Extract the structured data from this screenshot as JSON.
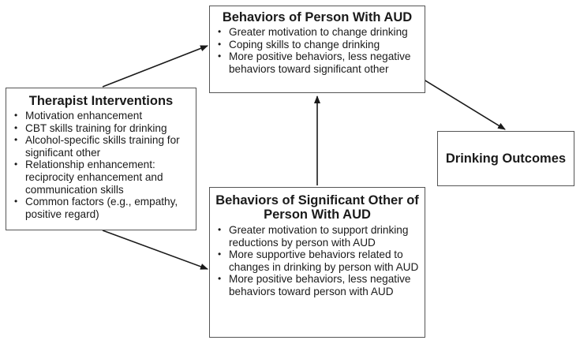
{
  "interventions": {
    "title": "Therapist Interventions",
    "items": [
      "Motivation enhancement",
      "CBT skills training for drinking",
      "Alcohol-specific skills training for significant other",
      "Relationship enhancement: reciprocity enhancement and communication skills",
      "Common factors (e.g., empathy, positive regard)"
    ]
  },
  "aud_behaviors": {
    "title": "Behaviors of Person With AUD",
    "items": [
      "Greater motivation to change drinking",
      "Coping skills to change drinking",
      "More positive behaviors, less negative behaviors toward significant other"
    ]
  },
  "so_behaviors": {
    "title": "Behaviors of Significant Other of Person With AUD",
    "items": [
      "Greater motivation to support drinking reductions by person with AUD",
      "More supportive behaviors related to changes in drinking by person with AUD",
      "More positive behaviors, less negative behaviors toward person with AUD"
    ]
  },
  "outcomes": {
    "title": "Drinking Outcomes"
  },
  "colors": {
    "border": "#555555",
    "arrow": "#1a1a1a",
    "text": "#1a1a1a"
  }
}
